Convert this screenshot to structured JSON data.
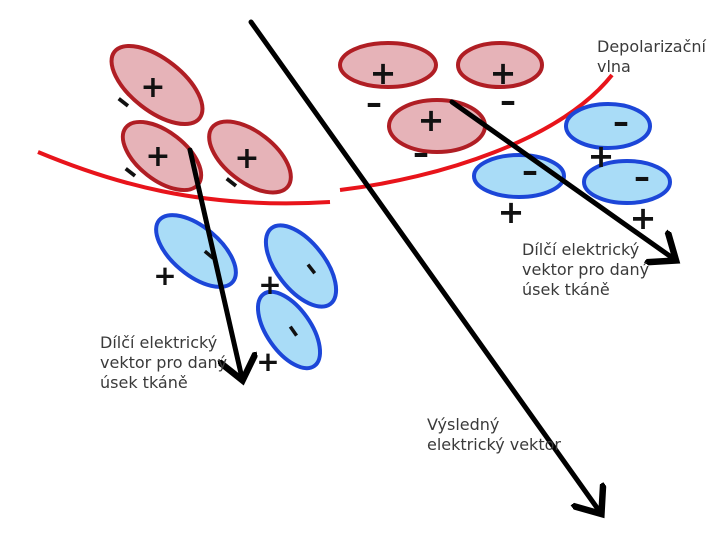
{
  "labels": {
    "wave": "Depolarizační\nvlna",
    "partial_vector_right": "Dílčí elektrický\nvektor pro daný\núsek tkáně",
    "partial_vector_left": "Dílčí elektrický\nvektor pro daný\núsek tkáně",
    "resultant_vector": "Výsledný\nelektrický vektor"
  },
  "signs": {
    "plus": "+",
    "minus": "–"
  },
  "colors": {
    "depolarized_fill": "#e6b3b8",
    "depolarized_stroke": "#b01e24",
    "resting_fill": "#a9dcf7",
    "resting_stroke": "#1c46d8",
    "wave_line": "#e8141b",
    "vector": "#000000"
  }
}
